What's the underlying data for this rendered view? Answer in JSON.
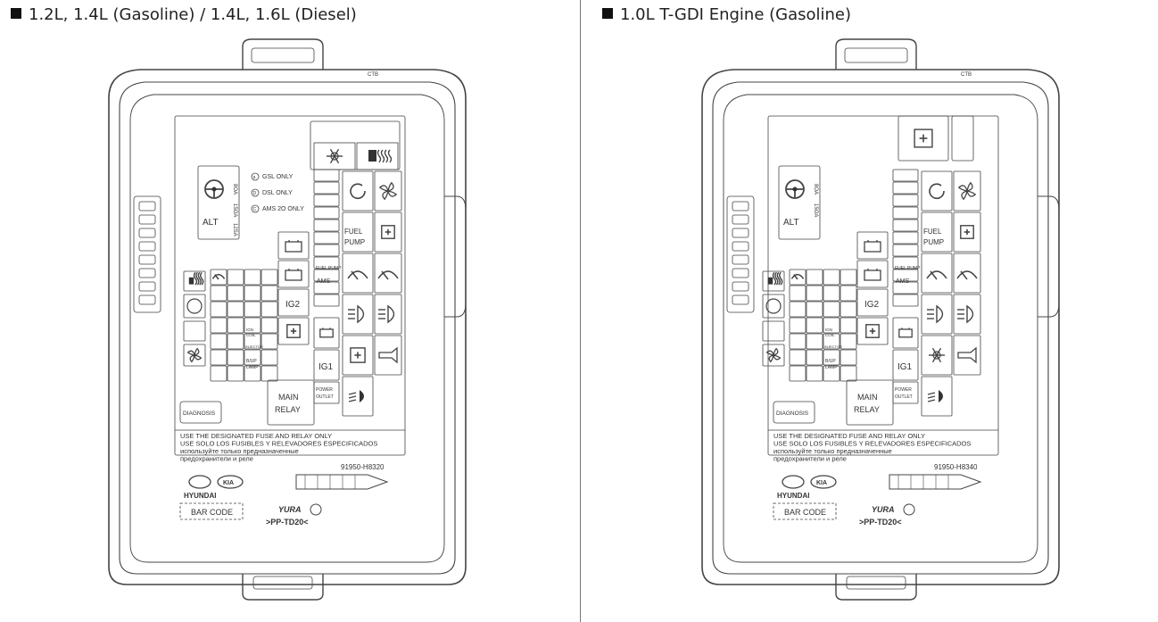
{
  "left_panel": {
    "heading": "1.2L, 1.4L (Gasoline) / 1.4L, 1.6L (Diesel)",
    "legend": {
      "gsl": "GSL ONLY",
      "dsl": "DSL ONLY",
      "ams": "AMS 2O ONLY",
      "a": "a",
      "d": "D",
      "c": "C"
    },
    "alt_label": "ALT",
    "alt_amps": [
      "8OA",
      "15OA",
      "12SA"
    ],
    "fuel_pump": "FUEL PUMP",
    "fuel_pump_small": "FUEL PUMP",
    "ig2": "IG2",
    "ig1": "IG1",
    "ams": "AMS",
    "ign_coil": "IGN COIL",
    "injector": "INJECTOR",
    "b_up_lamp": "B/UP LAMP",
    "power_outlet": "POWER OUTLET",
    "main_relay": "MAIN RELAY",
    "diagnosis": "DIAGNOSIS",
    "notice_lines": [
      "USE THE DESIGNATED FUSE AND RELAY ONLY",
      "USE SOLO LOS FUSIBLES Y RELEVADORES ESPECIFICADOS",
      "используйте только предназначенные",
      "предохранители и реле"
    ],
    "part_number": "91950-H8320",
    "hyundai": "HYUNDAI",
    "kia": "KIA",
    "bar_code": "BAR CODE",
    "yura": "YURA",
    "material": ">PP-TD20<",
    "cover_text": "CTB"
  },
  "right_panel": {
    "heading": "1.0L T-GDI Engine (Gasoline)",
    "alt_label": "ALT",
    "alt_amps": [
      "8OA",
      "15OA"
    ],
    "fuel_pump": "FUEL PUMP",
    "fuel_pump_small": "FUEL PUMP",
    "ig2": "IG2",
    "ig1": "IG1",
    "ams": "AMS",
    "ign_coil": "IGN COIL",
    "injector": "INJECTOR",
    "b_up_lamp": "B/UP LAMP",
    "power_outlet": "POWER OUTLET",
    "main_relay": "MAIN RELAY",
    "diagnosis": "DIAGNOSIS",
    "notice_lines": [
      "USE THE DESIGNATED FUSE AND RELAY ONLY",
      "USE SOLO LOS FUSIBLES Y RELEVADORES ESPECIFICADOS",
      "используйте только предназначенные",
      "предохранители и реле"
    ],
    "part_number": "91950-H8340",
    "hyundai": "HYUNDAI",
    "kia": "KIA",
    "bar_code": "BAR CODE",
    "yura": "YURA",
    "material": ">PP-TD20<",
    "cover_text": "CTB"
  },
  "icons": [
    "steering-icon",
    "ac-snowflake-icon",
    "defroster-icon",
    "fan-icon",
    "wiper-icon",
    "headlamp-icon",
    "horn-icon",
    "battery-icon",
    "fuse-icon",
    "fog-lamp-icon",
    "relay-icon"
  ]
}
